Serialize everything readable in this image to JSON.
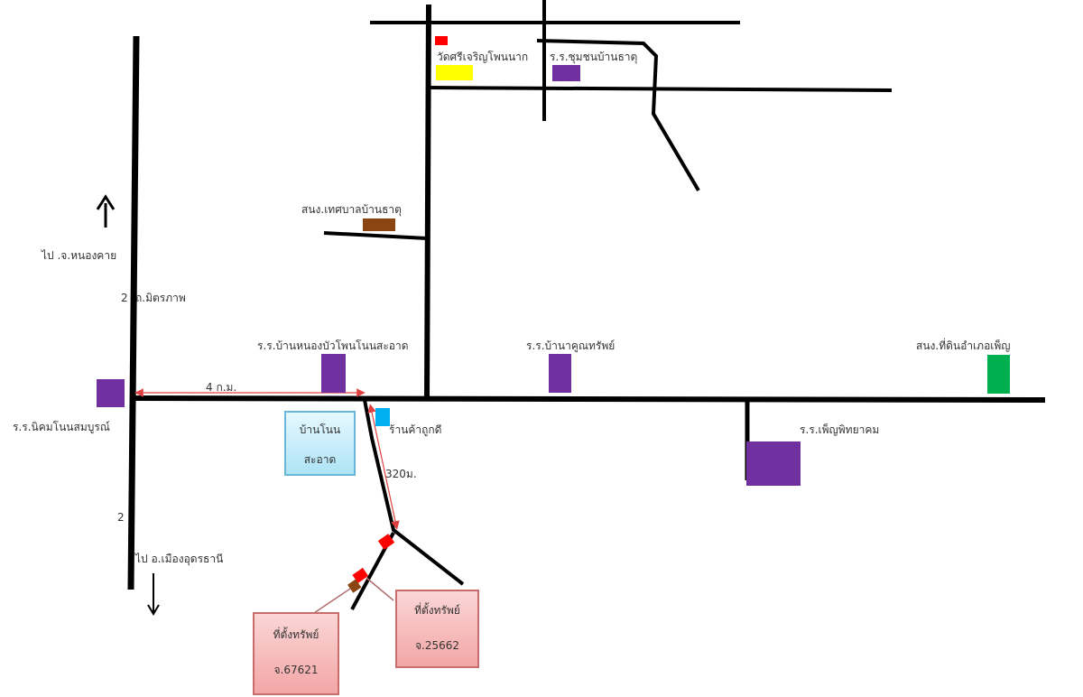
{
  "colors": {
    "road": "#000000",
    "school": "#7030a0",
    "temple": "#ffff00",
    "office": "#8b4513",
    "landoffice": "#00b050",
    "shop": "#00b0f0",
    "property": "#ff0000",
    "distance": "#e04040"
  },
  "labels": {
    "temple": "วัดศรีเจริญโพนนาก",
    "school_chumchon": "ร.ร.ชุมชนบ้านธาตุ",
    "municipal": "สนง.เทศบาลบ้านธาตุ",
    "to_nongkhai": "ไป .จ.หนองคาย",
    "road_mittraphap": "ถ.มิตรภาพ",
    "road_number_top": "2",
    "road_number_bottom": "2",
    "school_nongbua": "ร.ร.บ้านหนองบัวโพนโนนสะอาด",
    "school_banna": "ร.ร.บ้านาคูณทรัพย์",
    "land_office": "สนง.ที่ดินอำเภอเพ็ญ",
    "distance_4km": "4 ก.ม.",
    "school_nikhom": "ร.ร.นิคมโนนสมบูรณ์",
    "shop": "ร้านค้าถูกดี",
    "distance_320m": "320ม.",
    "school_phen": "ร.ร.เพ็ญพิทยาคม",
    "to_udon": "ไป อ.เมืองอุดรธานี"
  },
  "callouts": {
    "village_line1": "บ้านโนน",
    "village_line2": "สะอาด",
    "property1_title": "ที่ตั้งทรัพย์",
    "property1_deed": "จ.67621",
    "property2_title": "ที่ตั้งทรัพย์",
    "property2_deed": "จ.25662"
  },
  "icons": {
    "north_arrow": "arrow-up-icon",
    "south_arrow": "arrow-down-icon"
  }
}
